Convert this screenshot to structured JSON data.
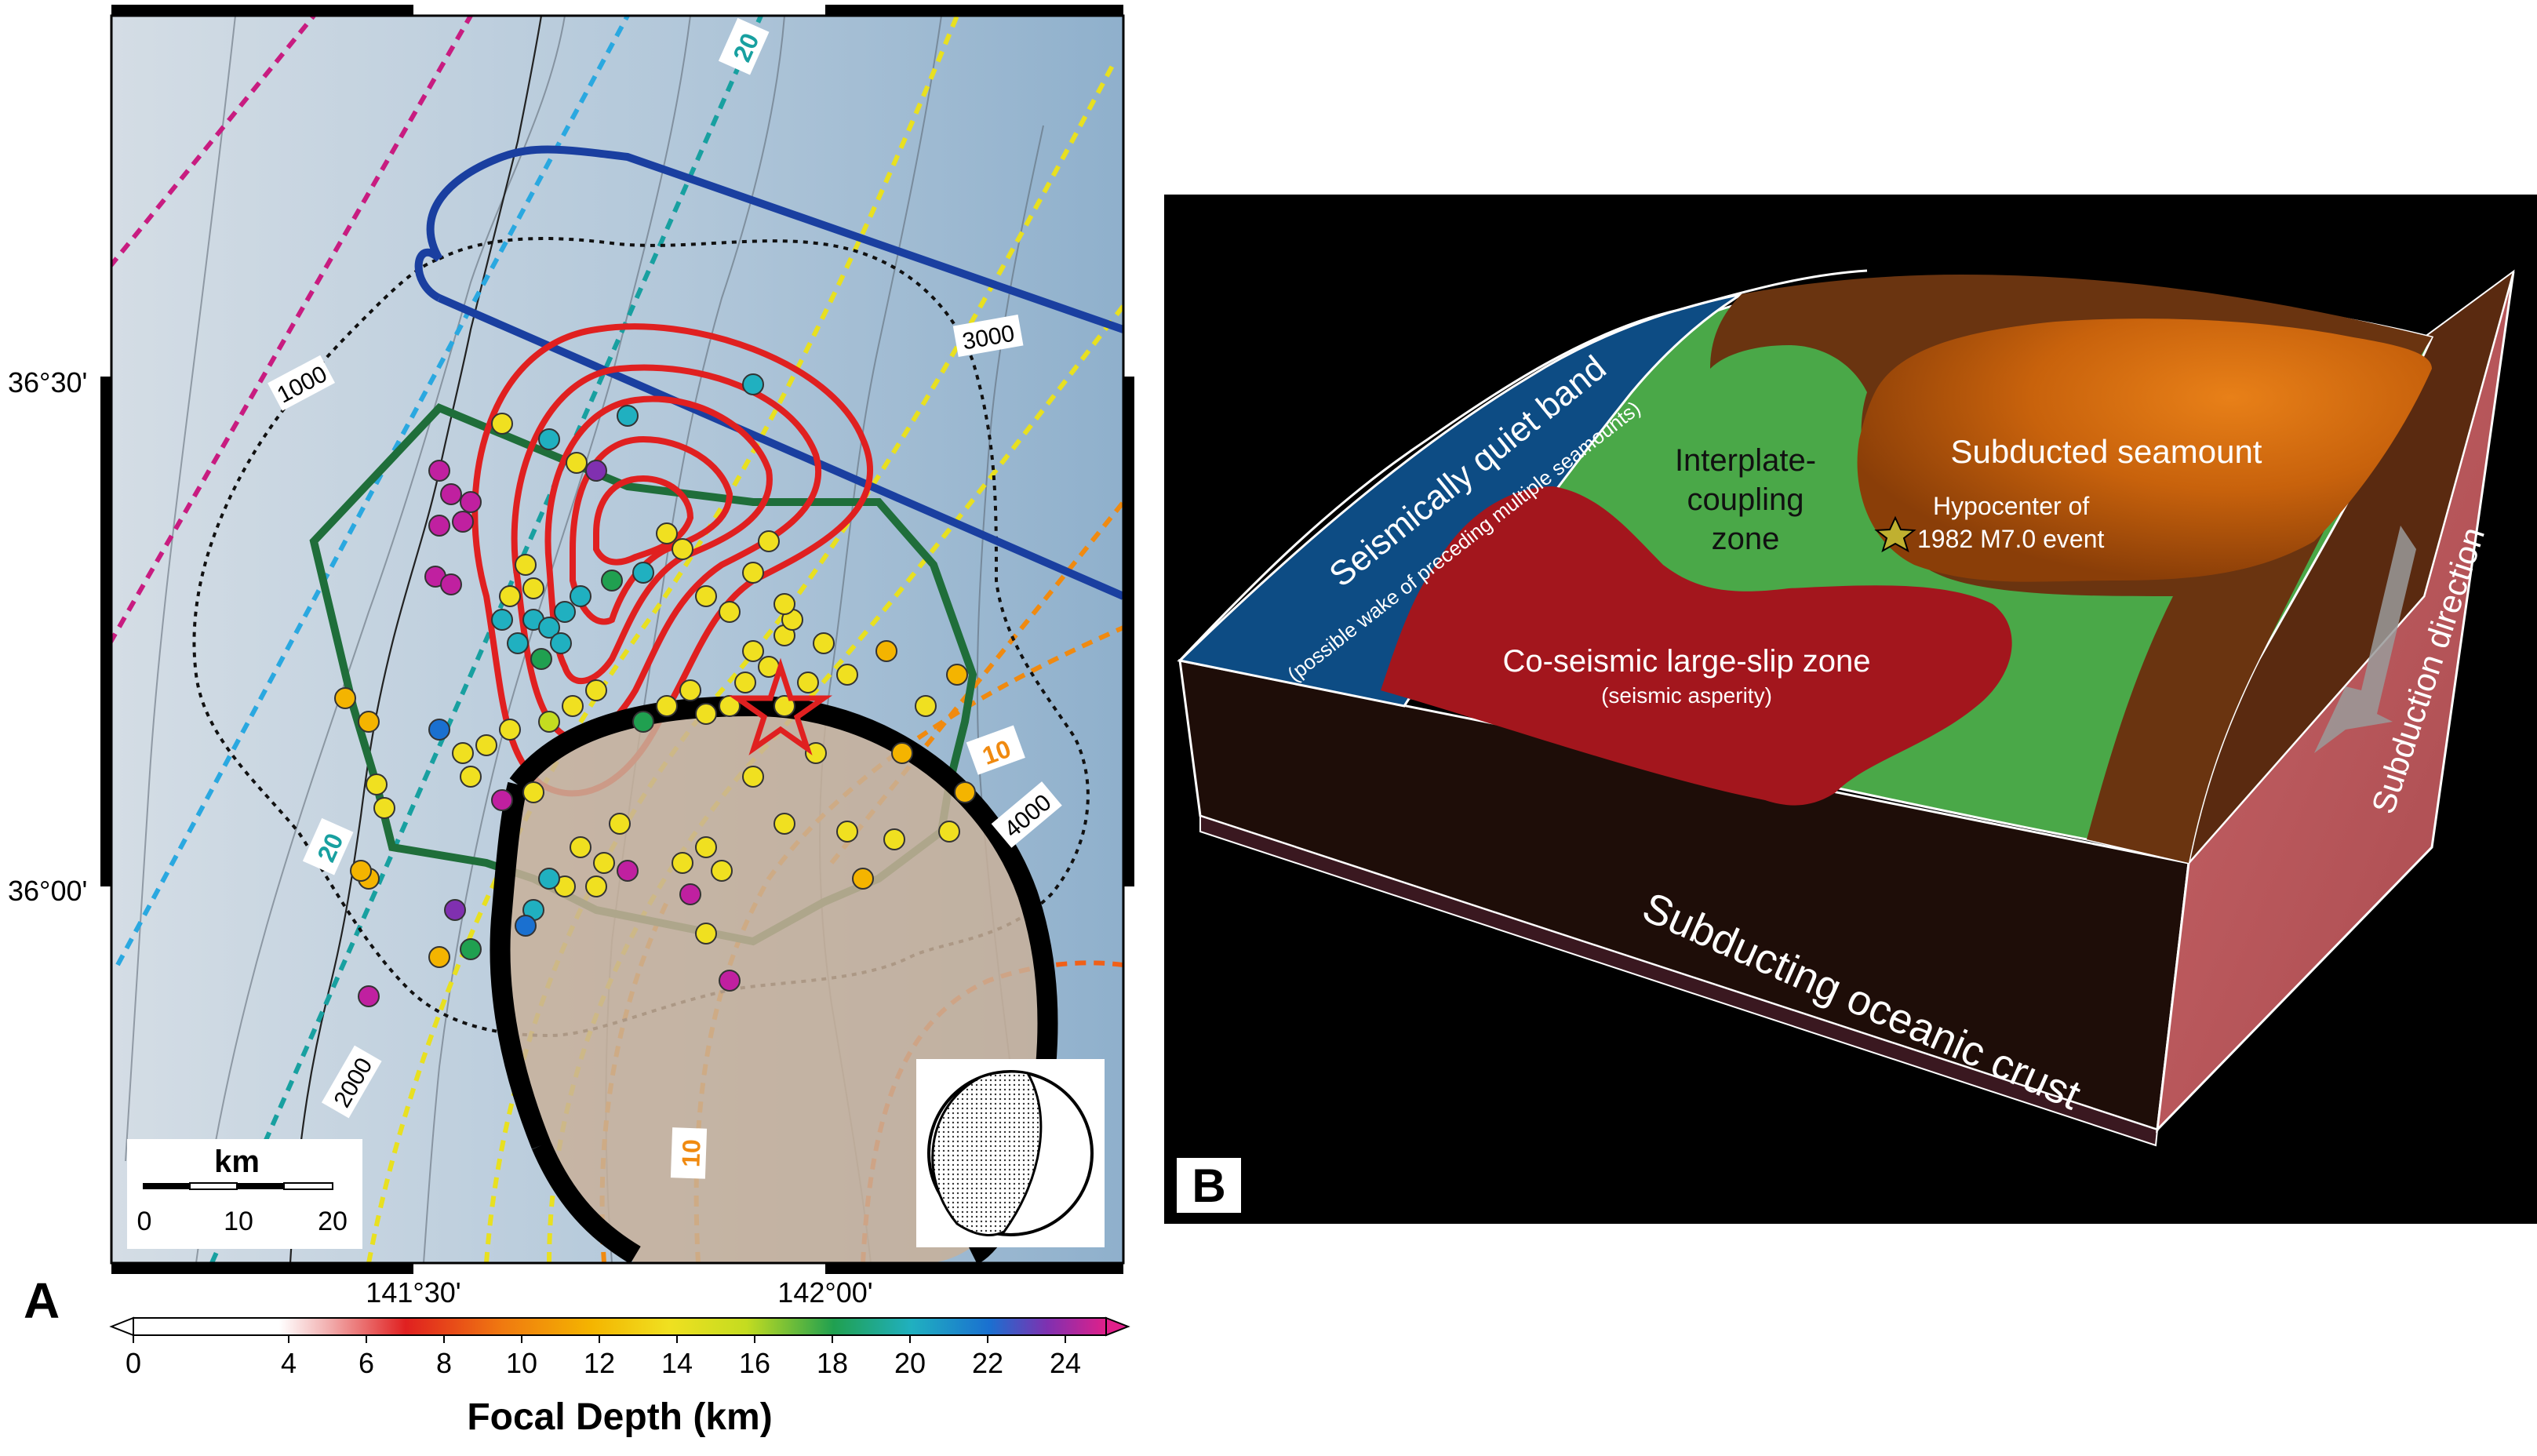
{
  "panel_a": {
    "label": "A",
    "lat_labels": [
      "36°30'",
      "36°00'"
    ],
    "lon_labels": [
      "141°30'",
      "142°00'"
    ],
    "bathymetry_labels": [
      "1000",
      "2000",
      "3000",
      "4000"
    ],
    "slab_depth_labels": [
      "20",
      "20",
      "10",
      "10"
    ],
    "scale_bar": {
      "unit": "km",
      "ticks": [
        "0",
        "10",
        "20"
      ]
    },
    "colorbar": {
      "title": "Focal Depth (km)",
      "ticks": [
        "0",
        "4",
        "6",
        "8",
        "10",
        "12",
        "14",
        "16",
        "18",
        "20",
        "22",
        "24"
      ],
      "colors": [
        "#ffffff",
        "#ffffff",
        "#f5c1c1",
        "#e02020",
        "#f07a10",
        "#f4b400",
        "#f0e020",
        "#c4dc20",
        "#20a050",
        "#20b0c0",
        "#1a70d0",
        "#c020a0",
        "#e0208a"
      ]
    },
    "colors": {
      "slip_contour": "#e02020",
      "quiet_band_outline": "#1a3fa0",
      "coupling_outline": "#1f6e3a",
      "seamount_outline": "#000000",
      "epicenter_star": "#e02020"
    }
  },
  "panel_b": {
    "label": "B",
    "labels": {
      "quiet_band": "Seismically quiet band",
      "quiet_band_note": "(possible wake of preceding multiple seamounts)",
      "coupling_line1": "Interplate-",
      "coupling_line2": "coupling",
      "coupling_line3": "zone",
      "seamount": "Subducted seamount",
      "hypocenter_line1": "Hypocenter of",
      "hypocenter_line2": "1982 M7.0 event",
      "slip_zone": "Co-seismic large-slip zone",
      "slip_zone_note": "(seismic asperity)",
      "crust": "Subducting oceanic crust",
      "direction": "Subduction direction"
    },
    "colors": {
      "quiet_band": "#0d4c84",
      "coupling": "#4aa848",
      "slip_zone": "#a3161d",
      "seamount": "#c8620c",
      "crust_side": "#1e0d08",
      "right_face": "#b7565a"
    }
  }
}
